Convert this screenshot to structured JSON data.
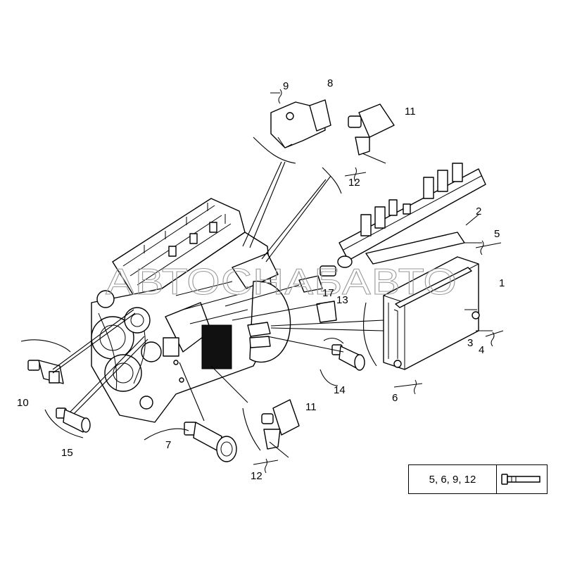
{
  "watermark": "АВТОСНАБАВТО",
  "callouts": {
    "c1": "1",
    "c2": "2",
    "c3": "3",
    "c4": "4",
    "c5": "5",
    "c6": "6",
    "c7": "7",
    "c8": "8",
    "c9": "9",
    "c10": "10",
    "c11a": "11",
    "c11b": "11",
    "c12a": "12",
    "c12b": "12",
    "c13": "13",
    "c14": "14",
    "c15": "15",
    "c17": "17"
  },
  "legend": {
    "text": "5, 6, 9, 12",
    "icon": "bolt-icon"
  }
}
